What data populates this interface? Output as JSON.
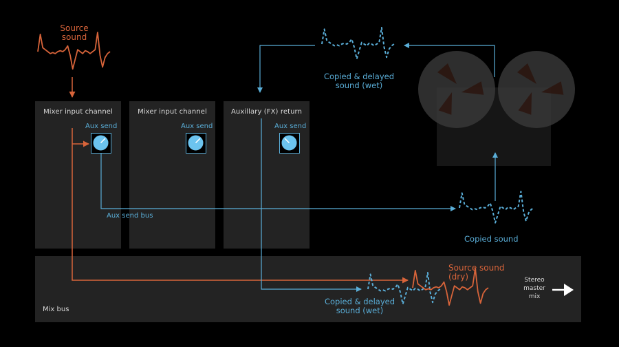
{
  "colors": {
    "background": "#000000",
    "panel": "#232323",
    "dry_signal": "#d8643a",
    "wet_signal": "#5aaed8",
    "text": "#d8d8d8",
    "tape_machine": "#161616",
    "reel": "#3a3a3a",
    "reel_cutout": "#2e1a14"
  },
  "source": {
    "label_line1": "Source",
    "label_line2": "sound"
  },
  "channels": [
    {
      "title": "Mixer input channel",
      "knob_label": "Aux send",
      "knob_value": 0.75
    },
    {
      "title": "Mixer input channel",
      "knob_label": "Aux send",
      "knob_value": 0.75
    },
    {
      "title": "Auxillary (FX) return",
      "knob_label": "Aux send",
      "knob_value": 0.3
    }
  ],
  "aux_send_bus_label": "Aux send bus",
  "tape_delay": {
    "copied_sound_label": "Copied sound",
    "delayed_label_line1": "Copied & delayed",
    "delayed_label_line2": "sound (wet)"
  },
  "mix_bus": {
    "title": "Mix bus",
    "dry_label_line1": "Source sound",
    "dry_label_line2": "(dry)",
    "wet_label_line1": "Copied & delayed",
    "wet_label_line2": "sound (wet)",
    "output_line1": "Stereo",
    "output_line2": "master",
    "output_line3": "mix"
  },
  "icons": {
    "knob": "rotary-knob-icon",
    "tape_machine": "reel-to-reel-tape-icon",
    "waveform": "waveform-icon",
    "output_arrow": "arrow-right-icon"
  }
}
